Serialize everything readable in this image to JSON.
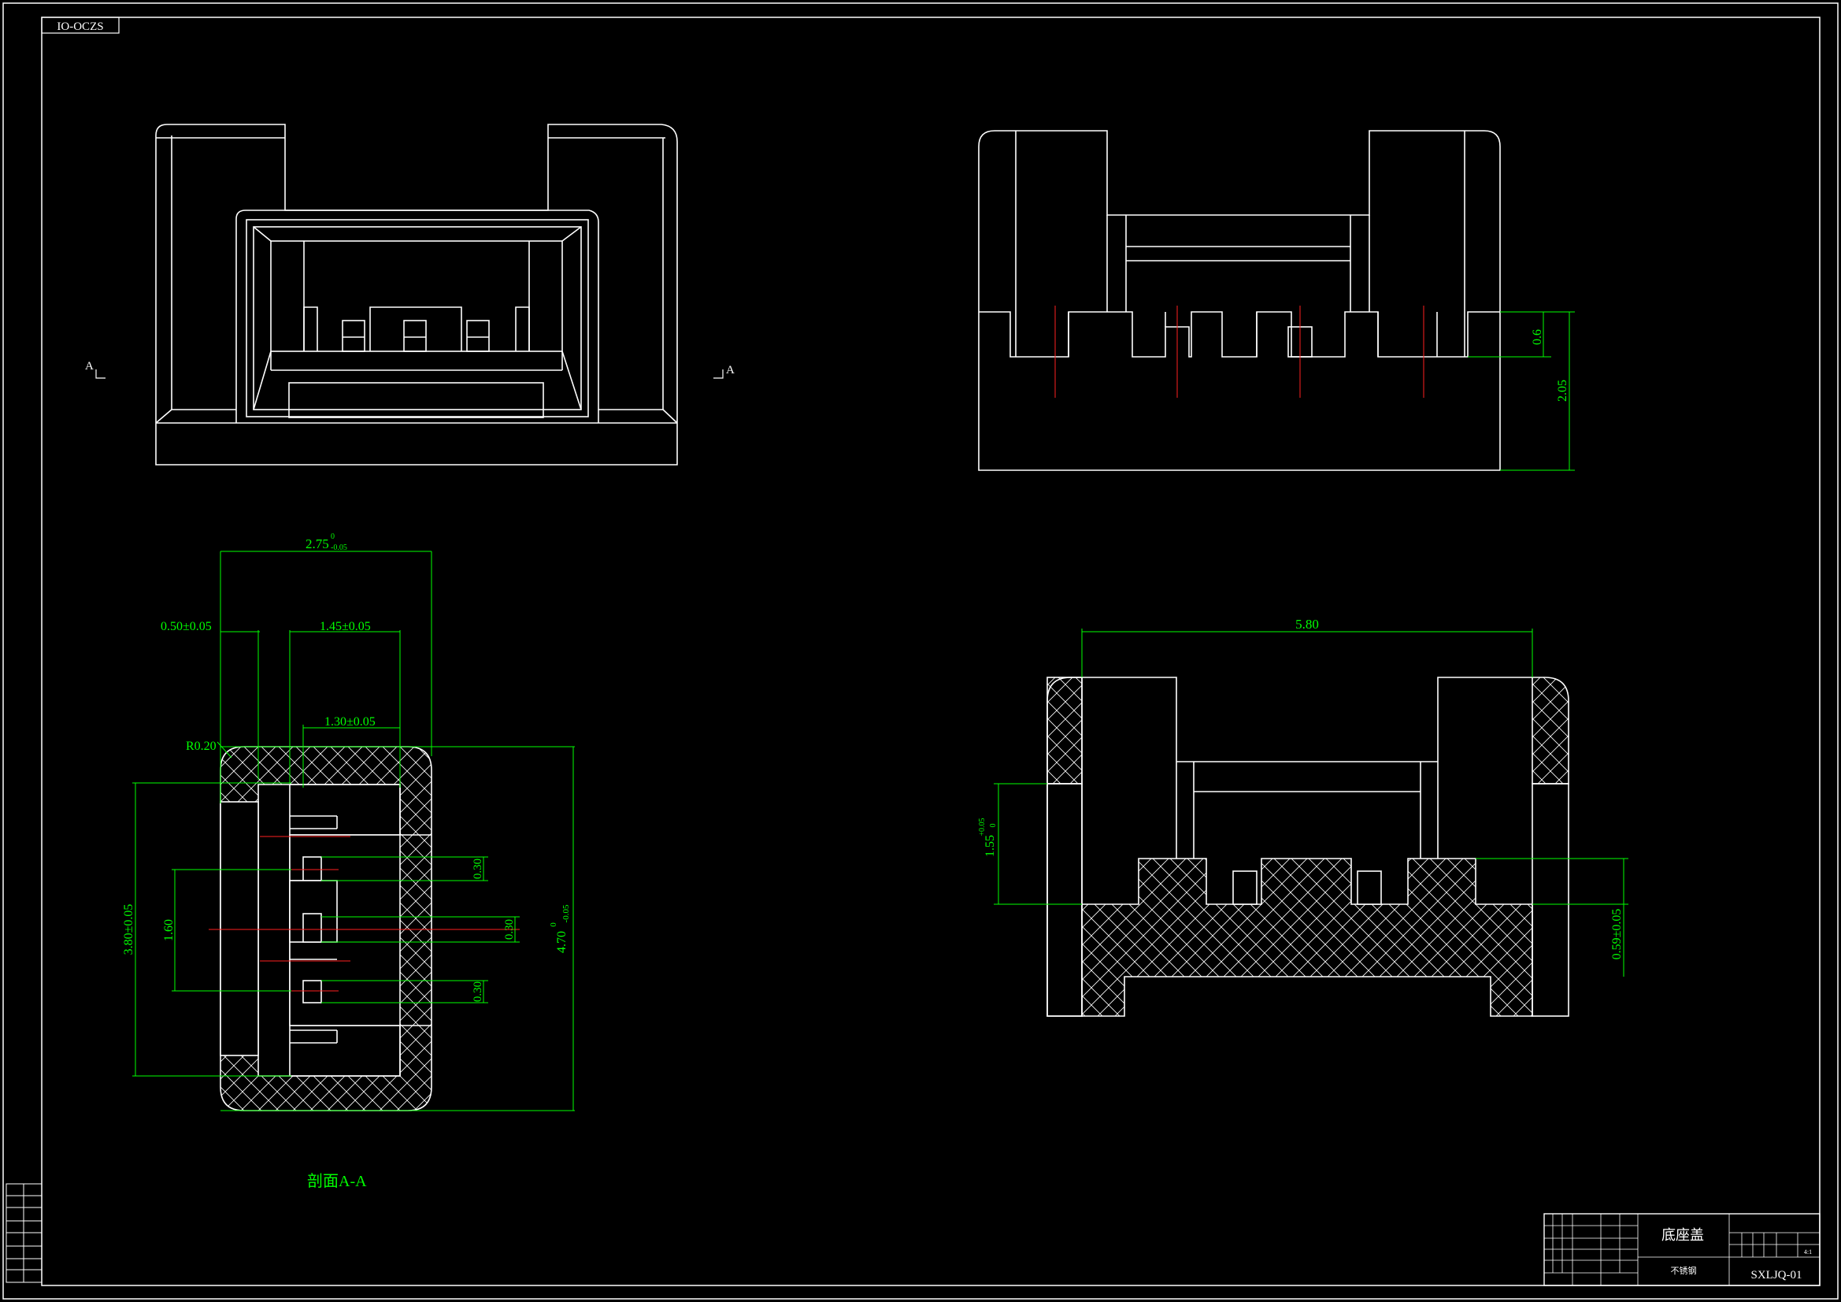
{
  "drawing": {
    "code_tag": "IO-OCZS",
    "section_label": "剖面A-A",
    "section_mark_left": "A",
    "section_mark_right": "A"
  },
  "dimensions": {
    "front": {
      "d1": "0.6",
      "d2": "2.05"
    },
    "section": {
      "width": "2.75",
      "width_tol_upper": "0",
      "width_tol_lower": "-0.05",
      "left_offset": "0.50±0.05",
      "inner_width": "1.45±0.05",
      "slot_width": "1.30±0.05",
      "radius": "R0.20",
      "height_outer": "3.80±0.05",
      "height_inner": "1.60",
      "pin1": "0.30",
      "pin2": "0.30",
      "pin3": "0.30",
      "total_height": "4.70",
      "total_tol_upper": "0",
      "total_tol_lower": "-0.05"
    },
    "bottom": {
      "width": "5.80",
      "left_height": "1.55",
      "left_tol_upper": "+0.05",
      "left_tol_lower": "0",
      "right_height": "0.59±0.05"
    }
  },
  "title_block": {
    "part_name": "底座盖",
    "material": "不锈钢",
    "drawing_number": "SXLJQ-01",
    "scale": "4:1"
  },
  "colors": {
    "outline": "#ffffff",
    "dimension": "#00ff00",
    "centerline": "#ff2020",
    "background": "#000000"
  }
}
